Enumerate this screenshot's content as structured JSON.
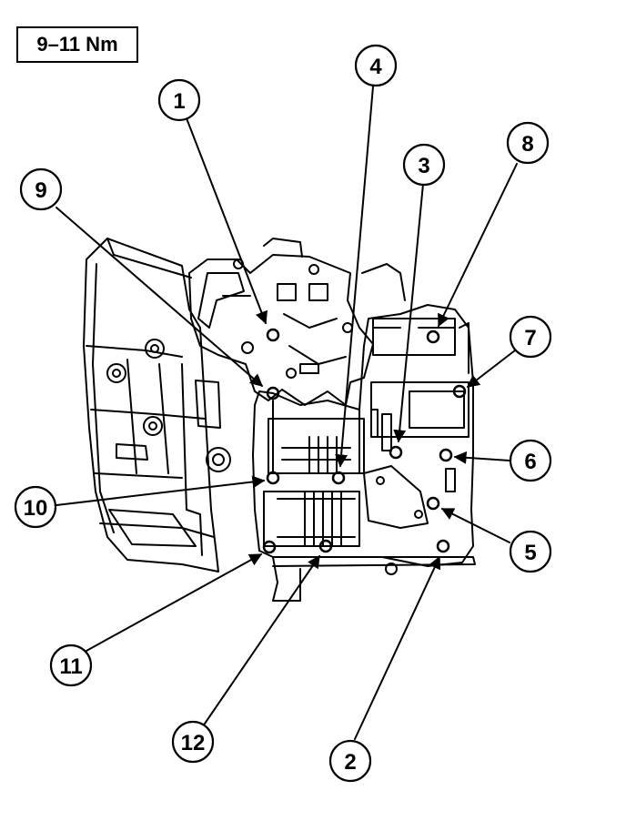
{
  "torque_spec": "9–11 Nm",
  "callouts": [
    "1",
    "2",
    "3",
    "4",
    "5",
    "6",
    "7",
    "8",
    "9",
    "10",
    "11",
    "12"
  ],
  "colors": {
    "ink": "#000000",
    "paper": "#ffffff"
  }
}
